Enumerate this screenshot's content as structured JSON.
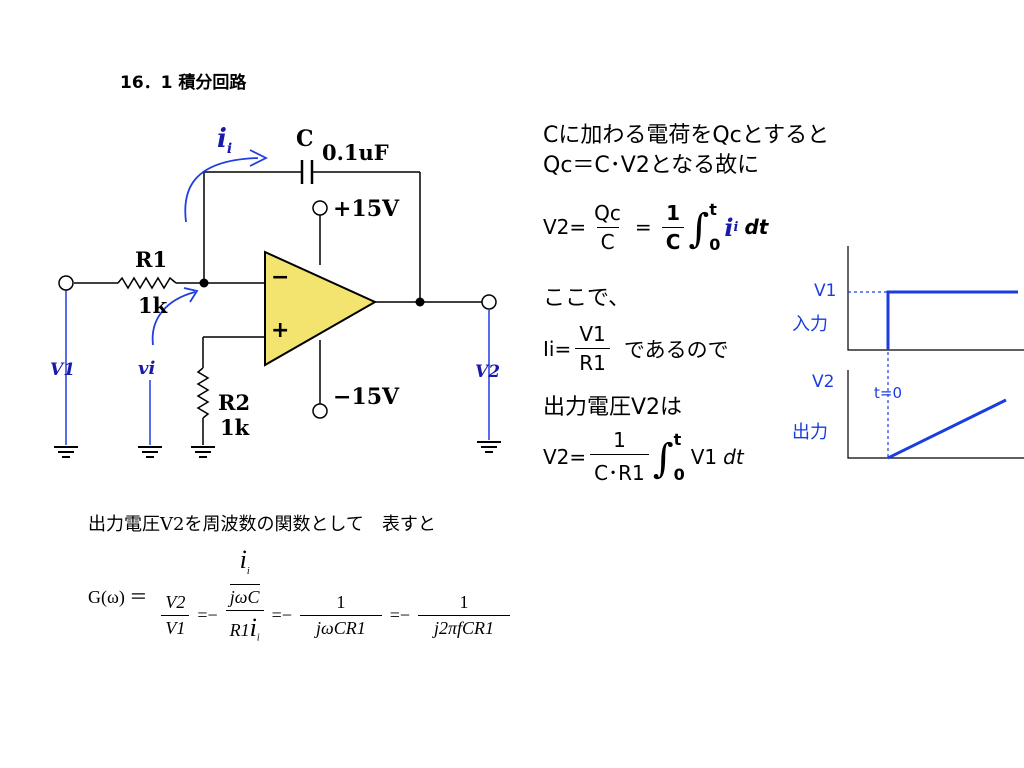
{
  "title": "16．1 積分回路",
  "circuit": {
    "capacitor_name": "C",
    "capacitor_value": "0.1uF",
    "current_label": "i",
    "current_sub": "i",
    "r1_name": "R1",
    "r1_value": "1k",
    "r2_name": "R2",
    "r2_value": "1k",
    "supply_pos": "+15V",
    "supply_neg": "−15V",
    "minus_sign": "−",
    "plus_sign": "+",
    "input_label": "V1",
    "vi_label": "vi",
    "output_label": "V2",
    "opamp_fill": "#f2e46e",
    "wire_color": "#000000",
    "accent_blue": "#1f3fe0"
  },
  "explain": {
    "line1": "Cに加わる電荷をQcとすると",
    "line2": "Qc＝C･V2となる故に",
    "eq1_lhs": "V2=",
    "eq1_num": "Qc",
    "eq1_den": "C",
    "eq1_eq": "=",
    "eq1_num2": "1",
    "eq1_den2": "C",
    "eq1_upper": "t",
    "eq1_lower": "0",
    "eq1_integrand": "i",
    "eq1_integrand_sub": "i",
    "eq1_dt": "dt",
    "koko": "ここで、",
    "ii_lhs": "Ii=",
    "ii_num": "V1",
    "ii_den": "R1",
    "ii_tail": "であるので",
    "out_label": "出力電圧V2は",
    "eq2_lhs": "V2=",
    "eq2_num": "1",
    "eq2_den": "C･R1",
    "eq2_upper": "t",
    "eq2_lower": "0",
    "eq2_integrand": "V1",
    "eq2_dt": "dt"
  },
  "waveform": {
    "v1_label": "V1",
    "input_label": "入力",
    "v2_label": "V2",
    "t0_label": "t=0",
    "output_label": "出力",
    "color": "#1a3de0"
  },
  "transfer": {
    "caption": "出力電圧V2を周波数の関数として　表すと",
    "lhs": "G(ω) ＝",
    "f1_num": "V2",
    "f1_den": "V1",
    "eq": "=−",
    "f2_top": "i",
    "f2_top_sub": "i",
    "f2_mid": "jωC",
    "f2_den": "R1",
    "f2_den_i": "i",
    "f2_den_sub": "i",
    "f3_num": "1",
    "f3_den": "jωCR1",
    "f4_num": "1",
    "f4_den": "j2πfCR1"
  }
}
